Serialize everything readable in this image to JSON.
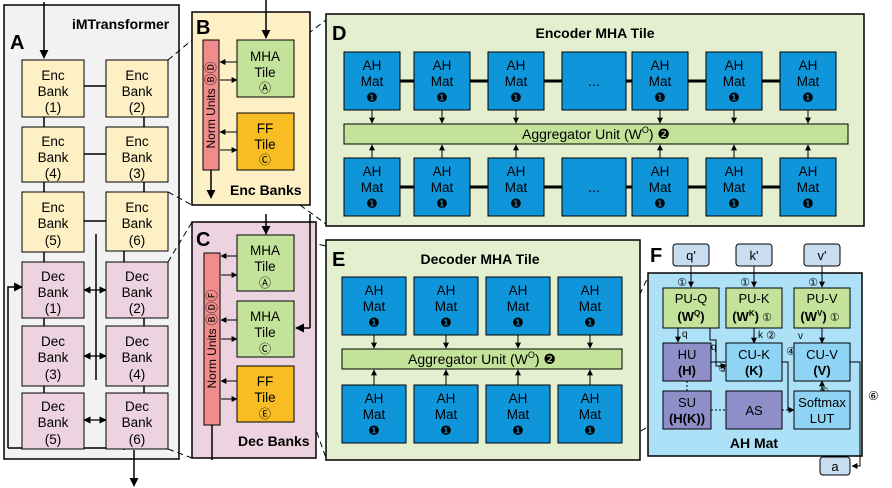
{
  "panel_a": {
    "letter": "A",
    "title": "iMTransformer",
    "enc_banks": [
      {
        "line1": "Enc",
        "line2": "Bank",
        "num": "(1)"
      },
      {
        "line1": "Enc",
        "line2": "Bank",
        "num": "(2)"
      },
      {
        "line1": "Enc",
        "line2": "Bank",
        "num": "(4)"
      },
      {
        "line1": "Enc",
        "line2": "Bank",
        "num": "(3)"
      },
      {
        "line1": "Enc",
        "line2": "Bank",
        "num": "(5)"
      },
      {
        "line1": "Enc",
        "line2": "Bank",
        "num": "(6)"
      }
    ],
    "dec_banks": [
      {
        "line1": "Dec",
        "line2": "Bank",
        "num": "(1)"
      },
      {
        "line1": "Dec",
        "line2": "Bank",
        "num": "(2)"
      },
      {
        "line1": "Dec",
        "line2": "Bank",
        "num": "(3)"
      },
      {
        "line1": "Dec",
        "line2": "Bank",
        "num": "(4)"
      },
      {
        "line1": "Dec",
        "line2": "Bank",
        "num": "(5)"
      },
      {
        "line1": "Dec",
        "line2": "Bank",
        "num": "(6)"
      }
    ]
  },
  "panel_b": {
    "letter": "B",
    "norm_units": "Norm Units",
    "norm_markers": "ⒷⒹ",
    "mha_line1": "MHA",
    "mha_line2": "Tile",
    "mha_marker": "Ⓐ",
    "ff_line1": "FF",
    "ff_line2": "Tile",
    "ff_marker": "Ⓒ",
    "caption": "Enc Banks"
  },
  "panel_c": {
    "letter": "C",
    "norm_units": "Norm Units",
    "norm_markers": "ⒷⒹⒻ",
    "mha1_line1": "MHA",
    "mha1_line2": "Tile",
    "mha1_marker": "Ⓐ",
    "mha2_line1": "MHA",
    "mha2_line2": "Tile",
    "mha2_marker": "Ⓒ",
    "ff_line1": "FF",
    "ff_line2": "Tile",
    "ff_marker": "Ⓔ",
    "caption": "Dec Banks"
  },
  "panel_d": {
    "letter": "D",
    "title": "Encoder MHA Tile",
    "mat_line1": "AH",
    "mat_line2": "Mat",
    "mat_marker": "❶",
    "ellipsis": "...",
    "aggregator_label": "Aggregator Unit (W",
    "aggregator_sup": "O",
    "aggregator_end": ") ❷"
  },
  "panel_e": {
    "letter": "E",
    "title": "Decoder MHA Tile",
    "mat_line1": "AH",
    "mat_line2": "Mat",
    "mat_marker": "❶",
    "aggregator_label": "Aggregator Unit (W",
    "aggregator_sup": "O",
    "aggregator_end": ") ❷"
  },
  "panel_f": {
    "letter": "F",
    "caption": "AH Mat",
    "inputs": {
      "q": "q'",
      "k": "k'",
      "v": "v'"
    },
    "output": "a",
    "pu_q": {
      "line1": "PU-Q",
      "w": "W",
      "sup": "Q"
    },
    "pu_k": {
      "line1": "PU-K",
      "w": "W",
      "sup": "K",
      "marker": "①"
    },
    "pu_v": {
      "line1": "PU-V",
      "w": "W",
      "sup": "V",
      "marker": "①"
    },
    "hu": {
      "line1": "HU",
      "line2": "(H)"
    },
    "cu_k": {
      "line1": "CU-K",
      "line2": "(K)"
    },
    "cu_v": {
      "line1": "CU-V",
      "line2": "(V)"
    },
    "su": {
      "line1": "SU",
      "line2": "(H(K))"
    },
    "as": {
      "line1": "AS"
    },
    "softmax": {
      "line1": "Softmax",
      "line2": "LUT"
    },
    "wire_labels": {
      "q_left": "q",
      "q_right": "q",
      "k": "k",
      "v": "v"
    },
    "markers": {
      "m1": "①",
      "m2": "②",
      "m3": "③",
      "m4": "④",
      "m5": "⑤",
      "m6": "⑥"
    }
  },
  "colors": {
    "enc_bank": "#fdf0c4",
    "dec_bank": "#ecd3df",
    "tile_green": "#c3e29a",
    "ff_orange": "#f7bd23",
    "norm_red": "#f08c8c",
    "mat_blue": "#0f95d9",
    "mat_light": "#8fd3f5",
    "unit_purple": "#8e8ec8",
    "bg_d": "#e4efcf",
    "bg_f": "#ace1f8"
  }
}
